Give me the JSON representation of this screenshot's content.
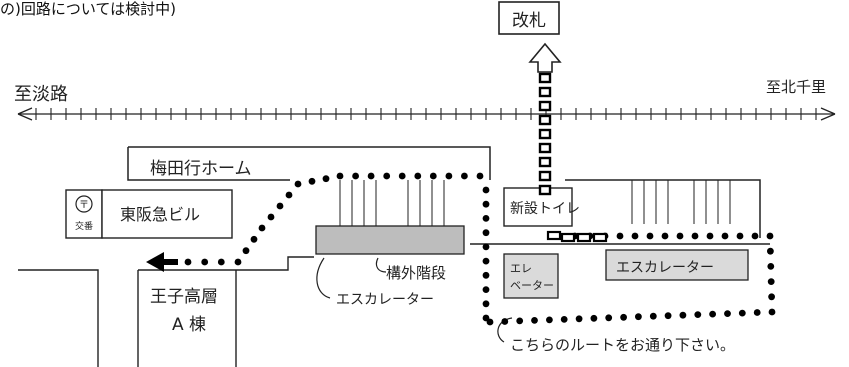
{
  "caption": "の)回路については検討中)",
  "labels": {
    "ticket_gate": "改札",
    "to_awaji": "至淡路",
    "to_senri": "至北千里",
    "platform": "梅田行ホーム",
    "building_left": "東阪急ビル",
    "police_box": "交番",
    "police_mark": "〒",
    "new_toilet": "新設トイレ",
    "elevator_line1": "エレ",
    "elevator_line2": "ベーター",
    "escalator_right": "エスカレーター",
    "outside_stairs": "構外階段",
    "escalator_left": "エスカレーター",
    "oji_line1": "王子高層",
    "oji_line2": "A 棟",
    "route_note": "こちらのルートをお通り下さい。"
  },
  "colors": {
    "line": "#222222",
    "route": "#000000",
    "gray_fill": "#bdbdbd",
    "light_fill": "#dadada",
    "background": "#ffffff"
  }
}
